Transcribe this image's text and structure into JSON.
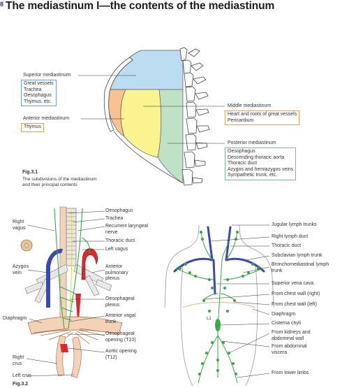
{
  "header": {
    "page_number": "8",
    "title": "The mediastinum I—the contents of the mediastinum"
  },
  "figure1": {
    "caption_title": "Fig.3.1",
    "caption_lines": [
      "The subdivisions of the mediastinum",
      "and their principal contents"
    ],
    "superior": {
      "label": "Superior mediastinum",
      "contents": [
        "Great vessels",
        "Trachea",
        "Oesophagus",
        "Thymus, etc."
      ]
    },
    "anterior": {
      "label": "Anterior mediastinum",
      "contents": [
        "Thymus"
      ]
    },
    "middle": {
      "label": "Middle mediastinum",
      "contents": [
        "Heart and roots of great vessels",
        "Pericardium"
      ]
    },
    "posterior": {
      "label": "Posterior mediastinum",
      "contents": [
        "Oesophagus",
        "Descending thoracic aorta",
        "Thoracic duct",
        "Azygos and hemiazygos veins",
        "Sympathetic trunk, etc."
      ]
    },
    "colors": {
      "superior": "#bcdcf2",
      "anterior": "#f7c28f",
      "middle": "#fbf38f",
      "posterior": "#bfe1c6"
    }
  },
  "figure2": {
    "caption_title": "Fig.3.2",
    "left_labels": [
      "Right vagus",
      "Azygos vein",
      "Diaphragm",
      "Right crus",
      "Left crus"
    ],
    "right_labels": [
      "Oesophagus",
      "Trachea",
      "Recurrent laryngeal nerve",
      "Thoracic duct",
      "Left vagus",
      "Anterior pulmonary plexus",
      "Oesophageal plexus",
      "Anterior vagal trunk",
      "Oesophageal opening (T10)",
      "Aortic opening (T12)"
    ]
  },
  "figure3": {
    "labels": [
      "Jugular lymph trunks",
      "Right lymph duct",
      "Thoracic duct",
      "Subclavian lymph trunk",
      "Bronchomediastinal lymph trunk",
      "Superior vena cava",
      "From chest wall (right)",
      "From chest wall (left)",
      "Diaphragm",
      "Cisterna chyli",
      "From kidneys and abdominal wall",
      "From abdominal viscera",
      "From lower limbs"
    ],
    "vertebra_label": "L1"
  }
}
